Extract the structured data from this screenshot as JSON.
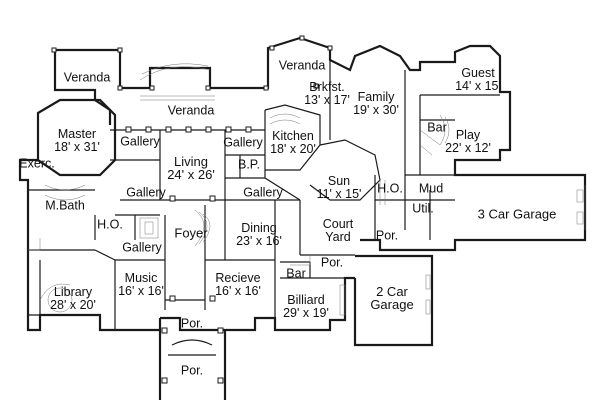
{
  "rooms": {
    "veranda_w": {
      "name": "Veranda"
    },
    "veranda_n": {
      "name": "Veranda"
    },
    "veranda_c": {
      "name": "Veranda"
    },
    "brkfst": {
      "name": "Brkfst.",
      "dims": "13' x 17'"
    },
    "family": {
      "name": "Family",
      "dims": "19' x 30'"
    },
    "guest": {
      "name": "Guest",
      "dims": "14' x 15'"
    },
    "master": {
      "name": "Master",
      "dims": "18' x 31'"
    },
    "gallery_1": {
      "name": "Gallery"
    },
    "gallery_2": {
      "name": "Gallery"
    },
    "gallery_3": {
      "name": "Gallery"
    },
    "gallery_4": {
      "name": "Gallery"
    },
    "gallery_5": {
      "name": "Gallery"
    },
    "kitchen": {
      "name": "Kitchen",
      "dims": "18' x 20'"
    },
    "bar_1": {
      "name": "Bar"
    },
    "bar_2": {
      "name": "Bar"
    },
    "play": {
      "name": "Play",
      "dims": "22' x 12'"
    },
    "living": {
      "name": "Living",
      "dims": "24' x 26'"
    },
    "bp": {
      "name": "B.P."
    },
    "exerc": {
      "name": "Exerc."
    },
    "sun": {
      "name": "Sun",
      "dims": "11' x 15'"
    },
    "ho_1": {
      "name": "H.O."
    },
    "ho_2": {
      "name": "H.O."
    },
    "mud": {
      "name": "Mud"
    },
    "mbath": {
      "name": "M.Bath"
    },
    "util": {
      "name": "Util."
    },
    "garage3": {
      "name": "3 Car Garage"
    },
    "foyer": {
      "name": "Foyer"
    },
    "dining": {
      "name": "Dining",
      "dims": "23' x 16'"
    },
    "courtyard": {
      "name": "Court",
      "dims": "Yard"
    },
    "por_1": {
      "name": "Por."
    },
    "por_2": {
      "name": "Por."
    },
    "por_3": {
      "name": "Por."
    },
    "por_4": {
      "name": "Por."
    },
    "library": {
      "name": "Library",
      "dims": "28' x 20'"
    },
    "music": {
      "name": "Music",
      "dims": "16' x 16'"
    },
    "recieve": {
      "name": "Recieve",
      "dims": "16' x 16'"
    },
    "billiard": {
      "name": "Billiard",
      "dims": "29' x 19'"
    },
    "garage2": {
      "name": "2 Car",
      "dims": "Garage"
    }
  }
}
